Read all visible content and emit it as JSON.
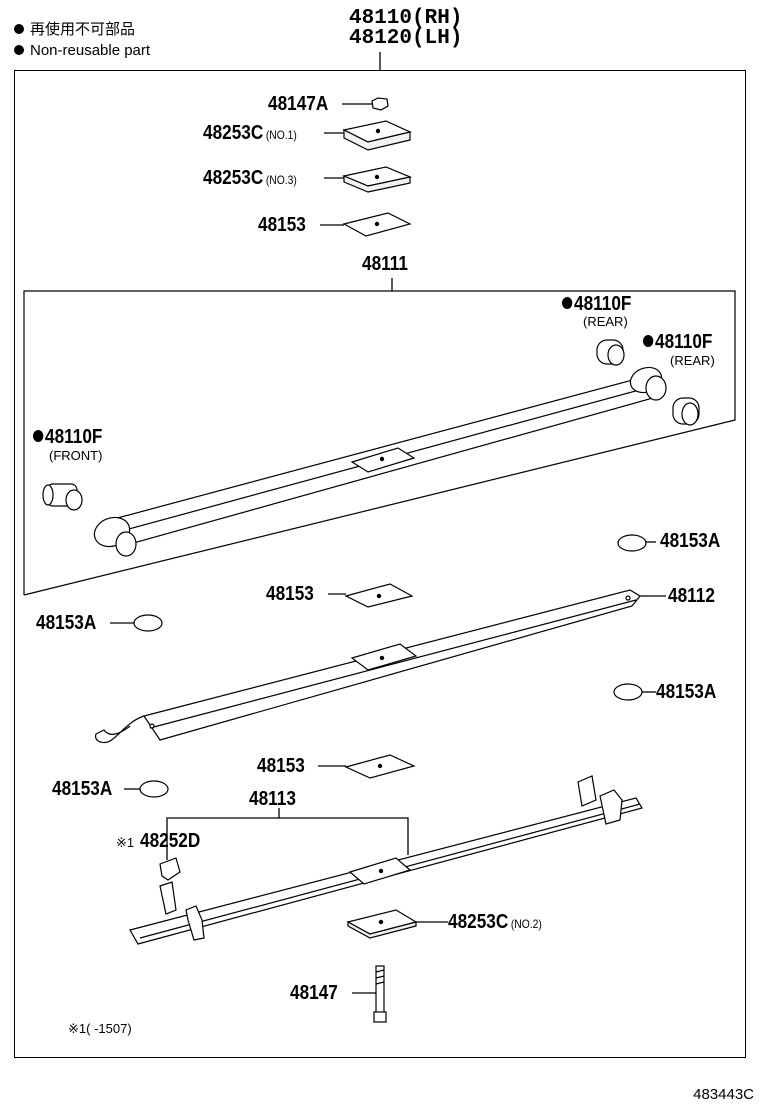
{
  "legend": {
    "line1": "再使用不可部品",
    "line2": "Non-reusable part"
  },
  "assembly": {
    "rh": "48110(RH)",
    "lh": "48120(LH)"
  },
  "labels": {
    "p48147A": "48147A",
    "p48253C_1": "48253C",
    "p48253C_1_sub": "(NO.1)",
    "p48253C_3": "48253C",
    "p48253C_3_sub": "(NO.3)",
    "p48153_top": "48153",
    "p48111": "48111",
    "p48110F_rear1": "48110F",
    "rear1": "(REAR)",
    "p48110F_rear2": "48110F",
    "rear2": "(REAR)",
    "p48110F_front": "48110F",
    "front": "(FRONT)",
    "p48153A_1": "48153A",
    "p48153_mid": "48153",
    "p48112": "48112",
    "p48153A_left": "48153A",
    "p48153A_right": "48153A",
    "p48153_low": "48153",
    "p48153A_low": "48153A",
    "p48113": "48113",
    "note_mark": "※1",
    "p48252D": "48252D",
    "p48253C_2": "48253C",
    "p48253C_2_sub": "(NO.2)",
    "p48147": "48147",
    "footnote": "※1(      -1507)"
  },
  "diagram_ref": "483443C"
}
